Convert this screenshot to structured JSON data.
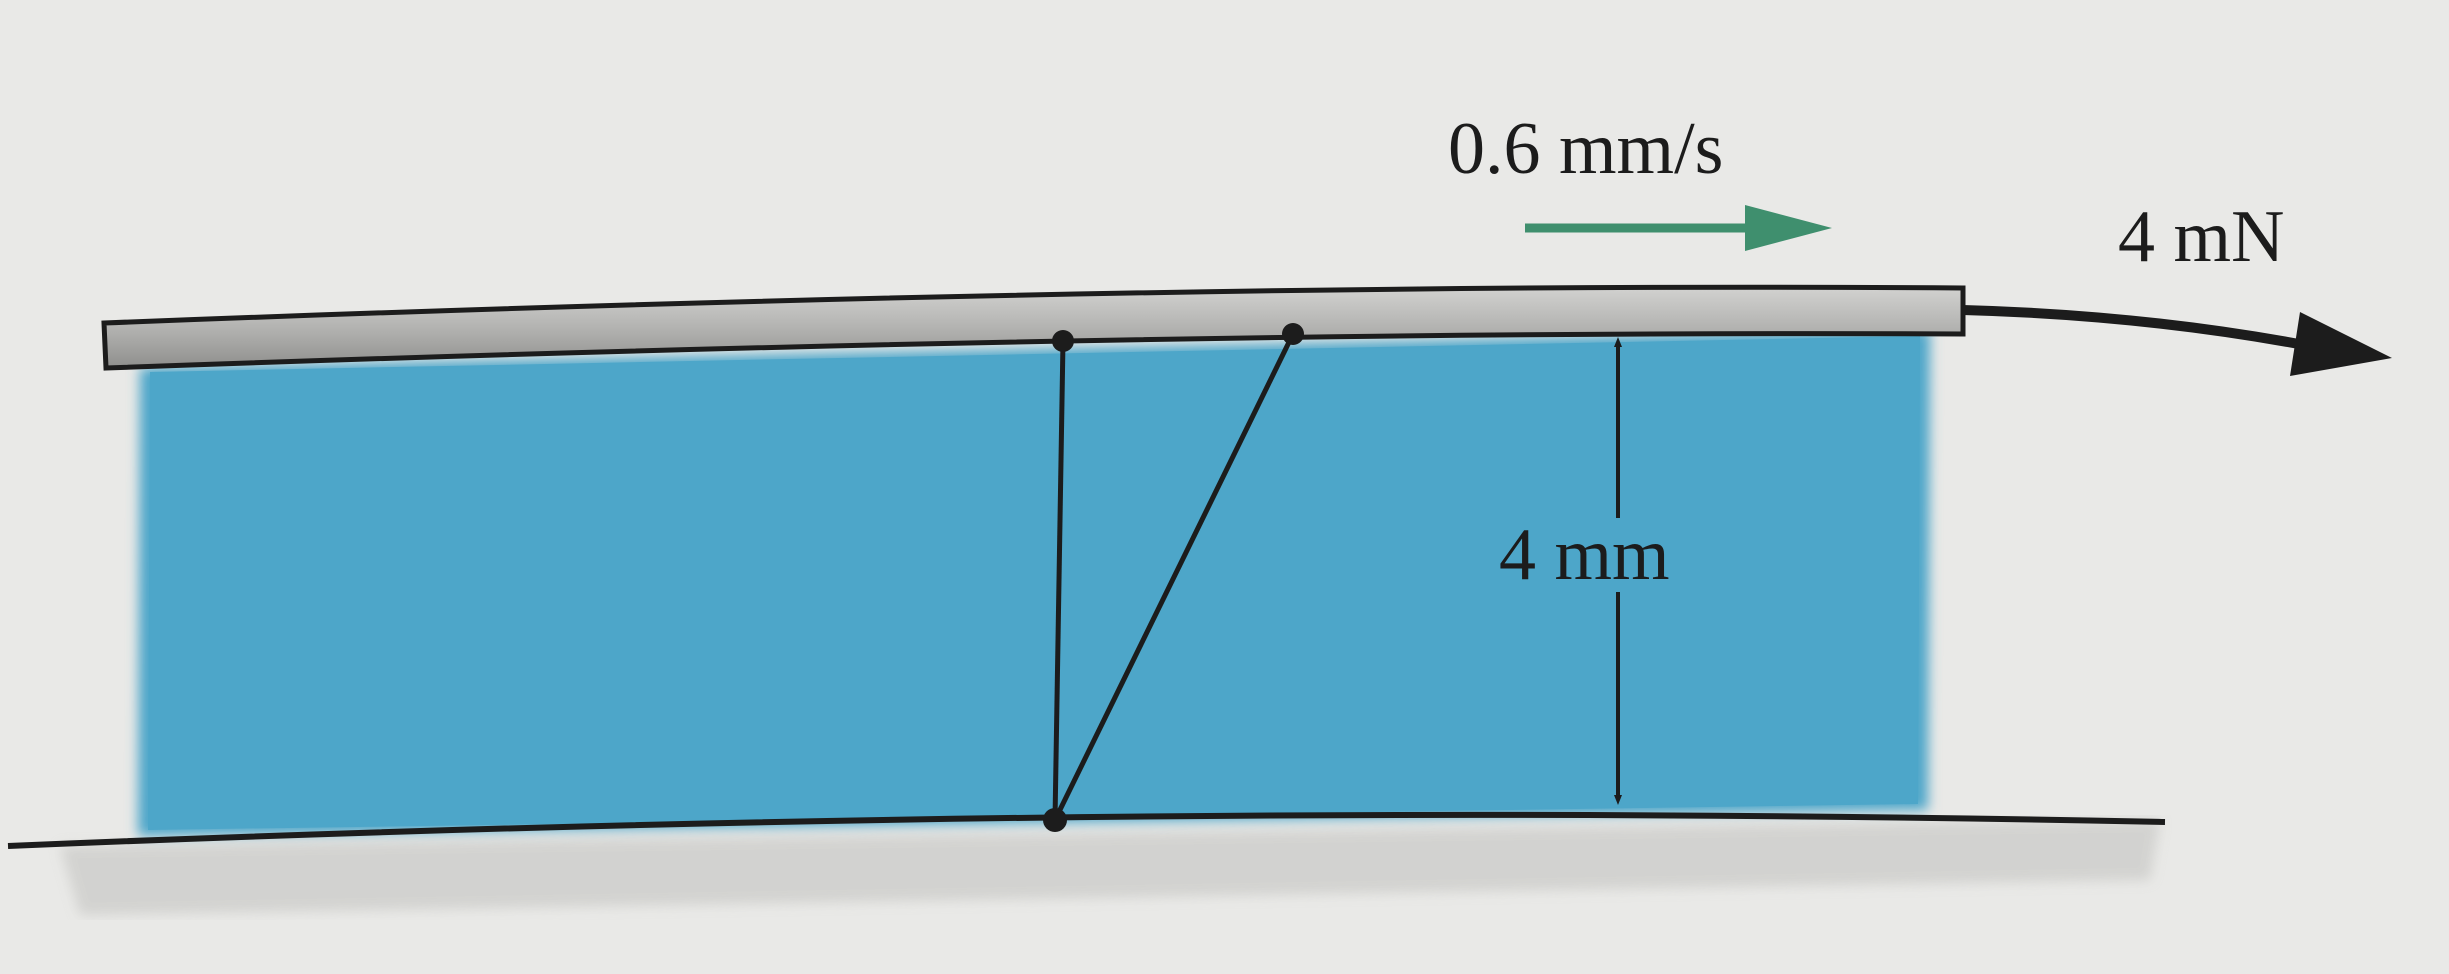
{
  "labels": {
    "plate_velocity": "0.6 mm/s",
    "applied_force": "4 mN",
    "gap_height": "4 mm"
  },
  "colors": {
    "page": "#e9e9e7",
    "fluid": "#4da6c9",
    "plate": "#b3b3b1",
    "velocity_arrow": "#3f8f6e",
    "ink": "#1c1c1c"
  },
  "icons": {
    "velocity": "right-arrow-icon",
    "force": "right-arrow-icon",
    "dimension": "double-headed-arrow-icon"
  }
}
